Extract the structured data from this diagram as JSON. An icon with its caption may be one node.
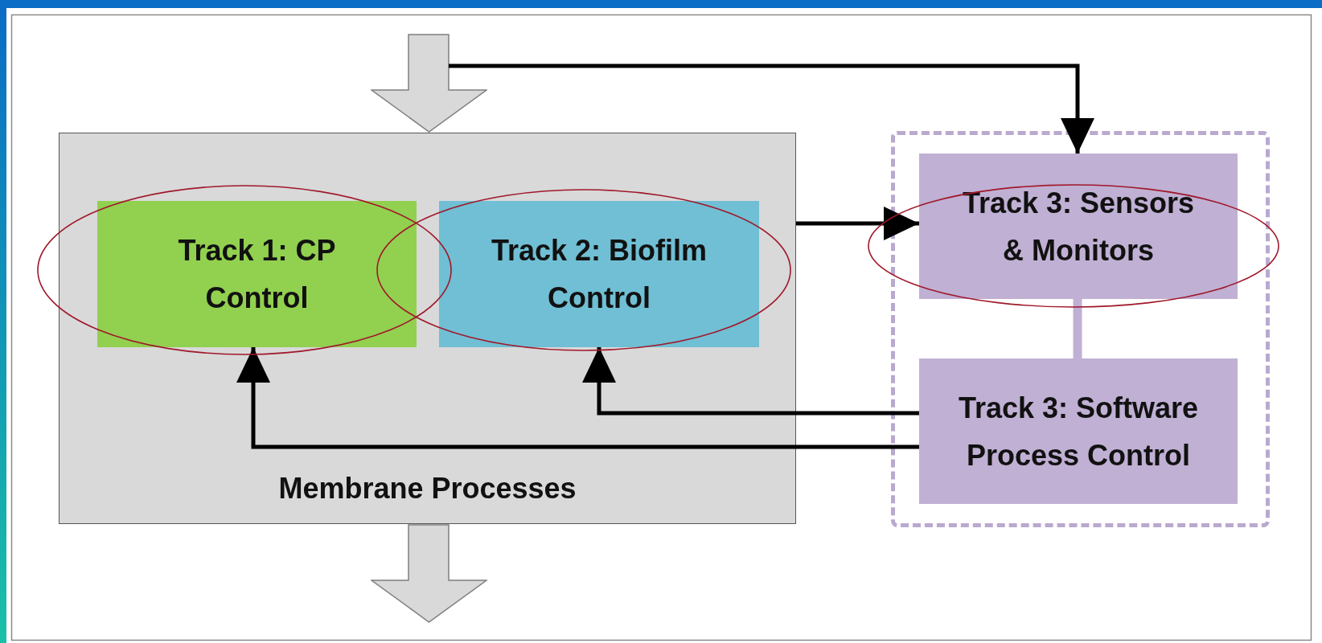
{
  "diagram": {
    "nodes": [
      {
        "text": [],
        "shape": "arrow"
      },
      {
        "text": [
          "Membrane Processes"
        ]
      },
      {
        "text": [
          "Track 1: CP Control"
        ],
        "in": 1
      },
      {
        "text": [
          "Track 2: Biofilm Control"
        ],
        "in": 1
      },
      {
        "text": [],
        "shape": "box"
      },
      {
        "text": [
          "Track 3: Sensors & Monitors"
        ],
        "in": 4
      },
      {
        "text": [
          "Track 3: Software Process Control"
        ],
        "in": 4
      },
      {
        "text": [],
        "shape": "arrow"
      }
    ],
    "edges": [
      {
        "from": 0,
        "to": 5,
        "arrow": "to"
      },
      {
        "from": 1,
        "to": 5,
        "arrow": "to"
      },
      {
        "from": 6,
        "to": 3,
        "arrow": "to"
      },
      {
        "from": 6,
        "to": 2,
        "arrow": "to"
      },
      {
        "from": 5,
        "to": 6,
        "arrow": "none",
        "style": "thick",
        "color": "#c0b0d4"
      }
    ]
  }
}
